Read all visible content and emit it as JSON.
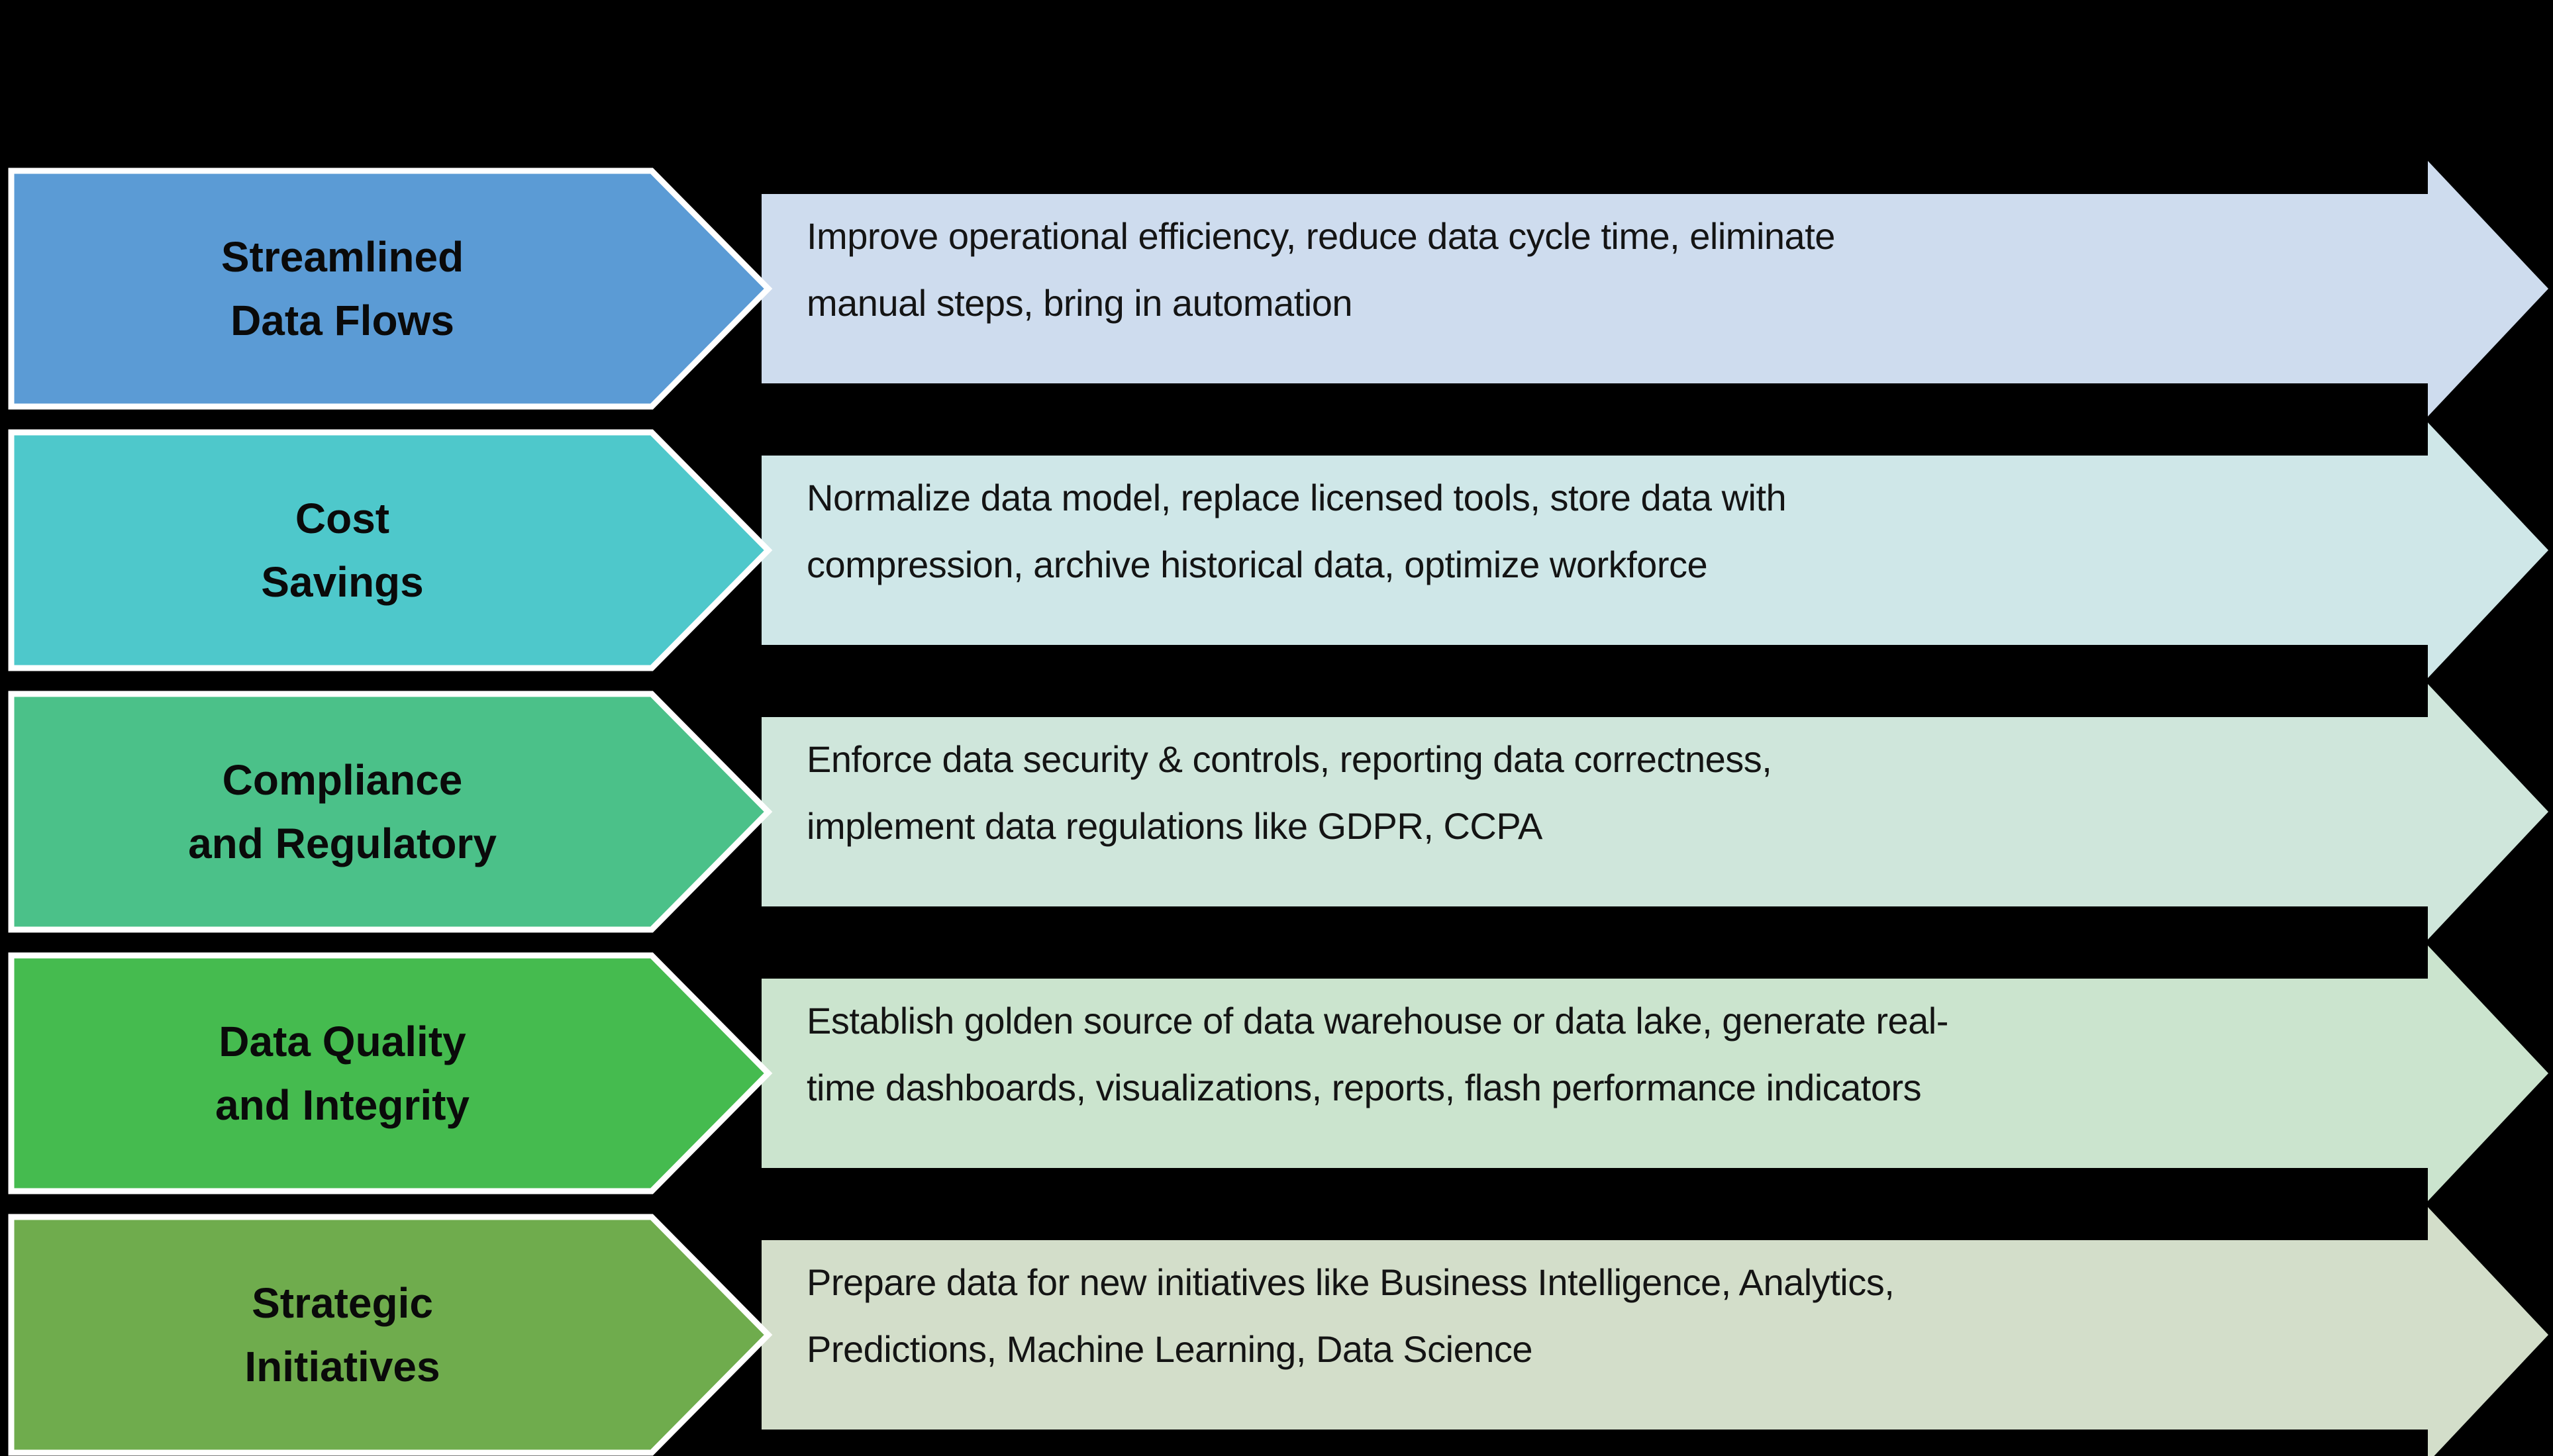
{
  "canvas": {
    "background": "#000000"
  },
  "rows": [
    {
      "label": "Streamlined\nData Flows",
      "description": "Improve operational efficiency, reduce data cycle time, eliminate\nmanual steps, bring in automation",
      "arrow_color": "#5B9BD5",
      "band_color": "#CEDCEE"
    },
    {
      "label": "Cost\nSavings",
      "description": "Normalize data model, replace licensed tools, store data with\ncompression, archive historical data, optimize workforce",
      "arrow_color": "#4EC8CB",
      "band_color": "#CFE7E8"
    },
    {
      "label": "Compliance\nand Regulatory",
      "description": "Enforce data security & controls, reporting data correctness,\nimplement data regulations like GDPR, CCPA",
      "arrow_color": "#4BC189",
      "band_color": "#CFE6DB"
    },
    {
      "label": "Data Quality\nand Integrity",
      "description": "Establish golden source of data warehouse or data lake, generate real-\ntime dashboards, visualizations, reports, flash performance indicators",
      "arrow_color": "#45BB4F",
      "band_color": "#CBE4CE"
    },
    {
      "label": "Strategic\nInitiatives",
      "description": "Prepare data for new initiatives like Business Intelligence, Analytics,\nPredictions, Machine Learning, Data Science",
      "arrow_color": "#6FAC4D",
      "band_color": "#D3DECA"
    }
  ]
}
